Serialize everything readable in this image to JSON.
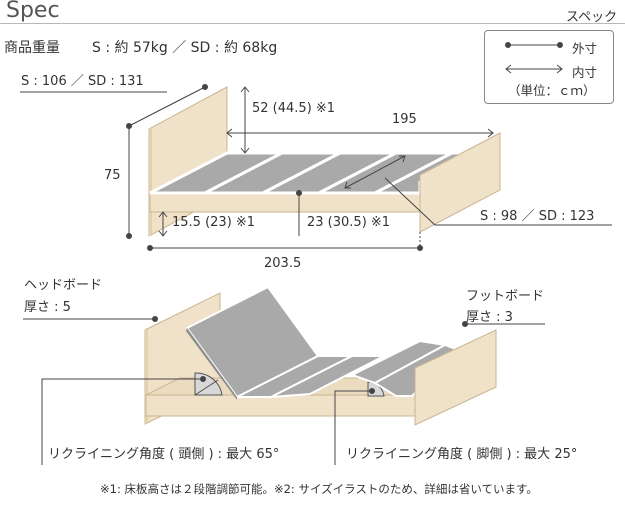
{
  "header": {
    "title": "Spec",
    "subtitle": "スペック"
  },
  "weight": {
    "label": "商品重量",
    "value": "S : 約 57kg ／ SD : 約 68kg"
  },
  "legend": {
    "outer": "外寸",
    "inner": "内寸",
    "unit": "（単位：ｃｍ）"
  },
  "dimensions": {
    "headboard_width": "S : 106 ／ SD : 131",
    "height_total": "75",
    "headboard_to_deck": "52 (44.5) ※1",
    "inner_length": "195",
    "floor_height": "15.5 (23) ※1",
    "frame_height": "23 (30.5) ※1",
    "inner_width": "S : 98 ／ SD : 123",
    "outer_length": "203.5"
  },
  "side_view": {
    "headboard_label": "ヘッドボード",
    "headboard_thickness": "厚さ : 5",
    "footboard_label": "フットボード",
    "footboard_thickness": "厚さ : 3",
    "head_recline": "リクライニング角度 ( 頭側 ) : 最大 65°",
    "foot_recline": "リクライニング角度 ( 脚側 ) : 最大 25°"
  },
  "footnote": "※1: 床板高さは２段階調節可能。※2: サイズイラストのため、詳細は省いています。",
  "colors": {
    "wood": "#f0e2c8",
    "wood_edge": "#c9b592",
    "deck": "#a9a9a9",
    "deck_dark": "#8e8e8e",
    "line": "#444444"
  }
}
